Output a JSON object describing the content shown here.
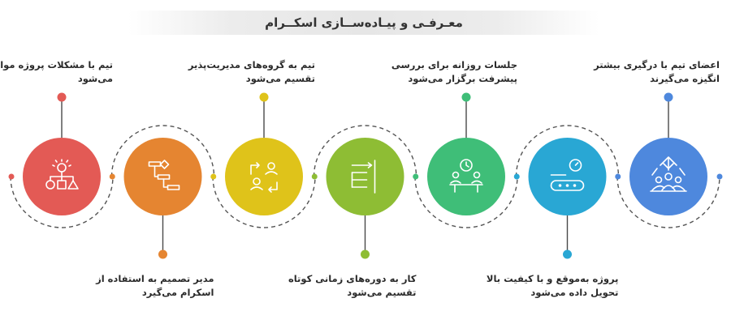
{
  "title": "معـرفـی و پیـاده‌ســازی اسکــرام",
  "colors": {
    "line": "#4a4a4a",
    "dashes": "#555555",
    "steps": [
      "#e35a55",
      "#e58531",
      "#dfc31a",
      "#8ebd34",
      "#3fbe78",
      "#29a7d4",
      "#4e88dd"
    ]
  },
  "steps": [
    {
      "label_lines": [
        "تیم با مشکلات پروژه مواجه",
        "می‌شود"
      ],
      "icon": "hierarchy-bulb-icon"
    },
    {
      "label_lines": [
        "مدیر تصمیم به استفاده از",
        "اسکرام می‌گیرد"
      ],
      "icon": "gantt-chart-icon"
    },
    {
      "label_lines": [
        "تیم به گروه‌های مدیریت‌پذیر",
        "تقسیم می‌شود"
      ],
      "icon": "team-split-icon"
    },
    {
      "label_lines": [
        "کار به دوره‌های زمانی کوتاه",
        "تقسیم می‌شود"
      ],
      "icon": "sprint-timeline-icon"
    },
    {
      "label_lines": [
        "جلسات روزانه برای بررسی",
        "پیشرفت برگزار می‌شود"
      ],
      "icon": "daily-meeting-icon"
    },
    {
      "label_lines": [
        "پروژه به‌موقع و با کیفیت بالا",
        "تحویل داده می‌شود"
      ],
      "icon": "conveyor-delivery-icon"
    },
    {
      "label_lines": [
        "اعضای تیم با درگیری بیشتر",
        "انگیزه می‌گیرند"
      ],
      "icon": "team-growth-icon"
    }
  ]
}
